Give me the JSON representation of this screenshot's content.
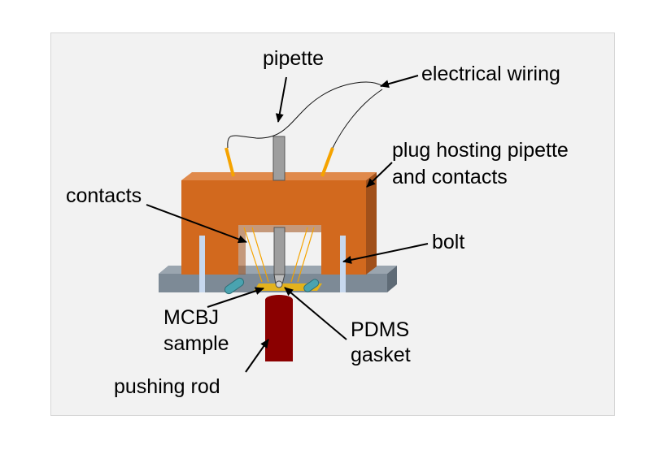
{
  "labels": {
    "pipette": "pipette",
    "electrical_wiring": "electrical wiring",
    "plug_line1": "plug hosting pipette",
    "plug_line2": "and contacts",
    "contacts": "contacts",
    "bolt": "bolt",
    "mcbj_line1": "MCBJ",
    "mcbj_line2": "sample",
    "pdms_line1": "PDMS",
    "pdms_line2": "gasket",
    "pushing_rod": "pushing rod"
  },
  "colors": {
    "background": "#f2f2f2",
    "plug_front": "#d2691e",
    "plug_top": "#e08a4c",
    "plug_side": "#a1501a",
    "base_front": "#7d8a96",
    "base_top": "#9aa5af",
    "base_side": "#5f6b76",
    "pipette": "#9e9e9e",
    "bolt": "#c7d8ee",
    "contact": "#f5a300",
    "sample": "#e3b21c",
    "rod": "#8b0000",
    "pin": "#4aa3b0"
  }
}
